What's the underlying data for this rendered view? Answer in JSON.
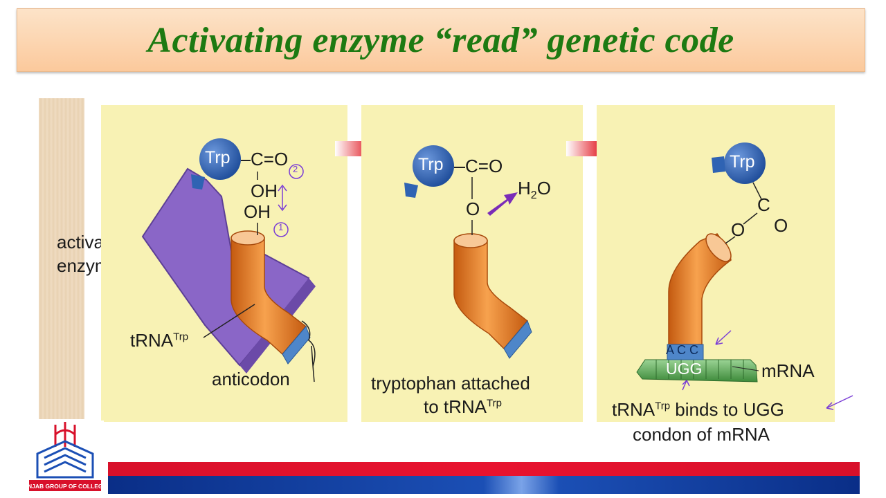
{
  "slide": {
    "title": "Activating enzyme “read” genetic code",
    "colors": {
      "title_text": "#1d7a12",
      "title_bg": "#fbc99c",
      "panel_bg": "#f8f2b4",
      "enzyme": "#8a66c7",
      "trna": "#e8822a",
      "trp_ball": "#2f63b3",
      "arrow": "#e0141e",
      "mrna": "#6cbf6a"
    }
  },
  "panel1": {
    "side_label_line1": "activating",
    "side_label_line2": "enzyme",
    "trp": "Trp",
    "carboxyl": "C=O",
    "oh_top": "OH",
    "oh_bottom": "OH",
    "mark1": "1",
    "mark2": "2",
    "trna_label": "tRNA",
    "trna_sup": "Trp",
    "anticodon_label": "anticodon"
  },
  "panel2": {
    "trp": "Trp",
    "carboxyl": "C=O",
    "oxygen": "O",
    "water": "H",
    "water_sub": "2",
    "water_o": "O",
    "caption_line1": "tryptophan attached",
    "caption_line2": "to tRNA",
    "caption_sup": "Trp"
  },
  "panel3": {
    "trp": "Trp",
    "carbon": "C",
    "carbonyl_o": "O",
    "ester_o": "O",
    "anticodon": "A C C",
    "codon": "UGG",
    "mrna_label": "mRNA",
    "caption_line1_a": "tRNA",
    "caption_sup": "Trp",
    "caption_line1_b": " binds to UGG",
    "caption_line2": "condon of mRNA"
  },
  "logo": {
    "text": "PUNJAB GROUP OF COLLEGES"
  }
}
